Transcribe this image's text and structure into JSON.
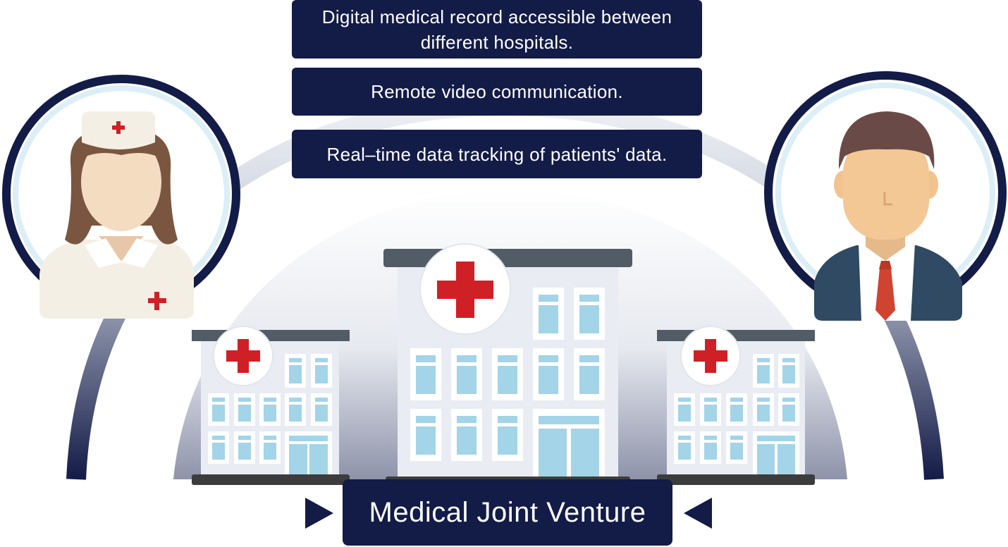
{
  "features": [
    {
      "text": "Digital medical record accessible between different hospitals."
    },
    {
      "text": "Remote video communication."
    },
    {
      "text": "Real–time data tracking of patients' data."
    }
  ],
  "title": "Medical Joint Venture",
  "icons": {
    "left_figure": "nurse-icon",
    "right_figure": "doctor-icon",
    "buildings": "hospital-icon"
  },
  "colors": {
    "navy": "#131b47",
    "red_cross": "#cf2026",
    "window": "#a3d4e8",
    "building": "#e9ecf2",
    "roof": "#525c66"
  }
}
